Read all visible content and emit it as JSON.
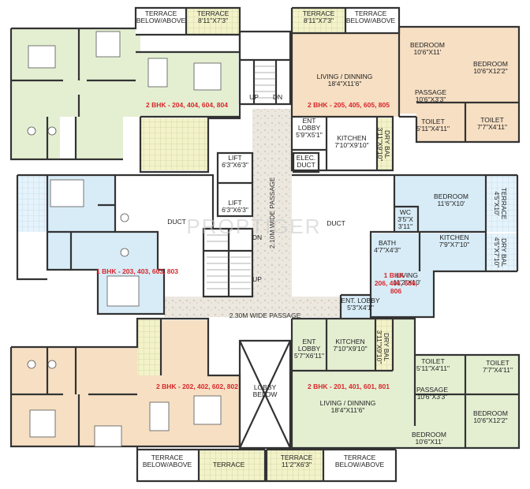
{
  "rooms": [
    {
      "id": "terrace-tl",
      "lines": [
        "TERRACE",
        "BELOW/ABOVE"
      ]
    },
    {
      "id": "terrace-tl2",
      "lines": [
        "TERRACE",
        "8'11\"X7'3\""
      ]
    },
    {
      "id": "terrace-tr2",
      "lines": [
        "TERRACE",
        "8'11\"X7'3\""
      ]
    },
    {
      "id": "terrace-tr",
      "lines": [
        "TERRACE",
        "BELOW/ABOVE"
      ]
    },
    {
      "id": "bed-tr1",
      "lines": [
        "BEDROOM",
        "10'6\"X11'"
      ]
    },
    {
      "id": "bed-tr2",
      "lines": [
        "BEDROOM",
        "10'6\"X12'2\""
      ]
    },
    {
      "id": "living-tr",
      "lines": [
        "LIVING / DINNING",
        "18'4\"X11'6\""
      ]
    },
    {
      "id": "passage-tr",
      "lines": [
        "PASSAGE",
        "10'6\"X3'3\""
      ]
    },
    {
      "id": "toilet-tr1",
      "lines": [
        "TOILET",
        "5'11\"X4'11\""
      ]
    },
    {
      "id": "toilet-tr2",
      "lines": [
        "TOILET",
        "7'7\"X4'11\""
      ]
    },
    {
      "id": "entlobby-tr",
      "lines": [
        "ENT",
        "LOBBY",
        "5'9\"X5'1\""
      ]
    },
    {
      "id": "kitchen-tr",
      "lines": [
        "KITCHEN",
        "7'10\"X9'10\""
      ]
    },
    {
      "id": "drybal-tr",
      "lines": [
        "DRY BAL",
        "3'11\"X9'10\""
      ]
    },
    {
      "id": "elec",
      "lines": [
        "ELEC.",
        "DUCT"
      ]
    },
    {
      "id": "lift1",
      "lines": [
        "LIFT",
        "6'3\"X6'3\""
      ]
    },
    {
      "id": "lift2",
      "lines": [
        "LIFT",
        "6'3\"X6'3\""
      ]
    },
    {
      "id": "duct-l",
      "lines": [
        "DUCT"
      ]
    },
    {
      "id": "duct-r",
      "lines": [
        "DUCT"
      ]
    },
    {
      "id": "bed-mr",
      "lines": [
        "BEDROOM",
        "11'6\"X10'"
      ]
    },
    {
      "id": "terrace-mr",
      "lines": [
        "TERRACE",
        "4'5\"X10'"
      ]
    },
    {
      "id": "wc-mr",
      "lines": [
        "WC",
        "3'5\"X",
        "3'11\""
      ]
    },
    {
      "id": "bath-mr",
      "lines": [
        "BATH",
        "4'7\"X4'3\""
      ]
    },
    {
      "id": "kitchen-mr",
      "lines": [
        "KITCHEN",
        "7'9\"X7'10\""
      ]
    },
    {
      "id": "drybal-mr",
      "lines": [
        "DRY BAL",
        "4'5\"X7'10\""
      ]
    },
    {
      "id": "living-mr",
      "lines": [
        "LIVING",
        "11'2\"X10'"
      ]
    },
    {
      "id": "entlobby-mr",
      "lines": [
        "ENT. LOBBY",
        "5'3\"X4'1\""
      ]
    },
    {
      "id": "dn",
      "lines": [
        "DN"
      ]
    },
    {
      "id": "up-mid",
      "lines": [
        "UP"
      ]
    },
    {
      "id": "up-top",
      "lines": [
        "UP"
      ]
    },
    {
      "id": "dn-top",
      "lines": [
        "DN"
      ]
    },
    {
      "id": "entlobby-br",
      "lines": [
        "ENT",
        "LOBBY",
        "5'7\"X6'11\""
      ]
    },
    {
      "id": "kitchen-br",
      "lines": [
        "KITCHEN",
        "7'10\"X9'10\""
      ]
    },
    {
      "id": "drybal-br",
      "lines": [
        "DRY BAL",
        "3'11\"X9'10\""
      ]
    },
    {
      "id": "toilet-br1",
      "lines": [
        "TOILET",
        "5'11\"X4'11\""
      ]
    },
    {
      "id": "toilet-br2",
      "lines": [
        "TOILET",
        "7'7\"X4'11\""
      ]
    },
    {
      "id": "passage-br",
      "lines": [
        "PASSAGE",
        "10'6\"X3'3\""
      ]
    },
    {
      "id": "living-br",
      "lines": [
        "LIVING / DINNING",
        "18'4\"X11'6\""
      ]
    },
    {
      "id": "bed-br2",
      "lines": [
        "BEDROOM",
        "10'6\"X12'2\""
      ]
    },
    {
      "id": "bed-br1",
      "lines": [
        "BEDROOM",
        "10'6\"X11'"
      ]
    },
    {
      "id": "lobby-below",
      "lines": [
        "LOBBY",
        "BELOW"
      ]
    },
    {
      "id": "terrace-bl",
      "lines": [
        "TERRACE",
        "BELOW/ABOVE"
      ]
    },
    {
      "id": "terrace-bl2",
      "lines": [
        "TERRACE"
      ]
    },
    {
      "id": "terrace-br2",
      "lines": [
        "TERRACE",
        "11'2\"X6'3\""
      ]
    },
    {
      "id": "terrace-br",
      "lines": [
        "TERRACE",
        "BELOW/ABOVE"
      ]
    }
  ],
  "units": [
    {
      "id": "unit-tl",
      "label": "2 BHK - 204, 404, 604, 804"
    },
    {
      "id": "unit-tr",
      "label": "2 BHK - 205, 405, 605, 805"
    },
    {
      "id": "unit-ml",
      "label": "1 BHK - 203, 403, 603, 803"
    },
    {
      "id": "unit-mr",
      "lines": [
        "1 BHK -",
        "206, 406, 606,",
        "806"
      ]
    },
    {
      "id": "unit-bl",
      "label": "2 BHK - 202, 402, 602, 802"
    },
    {
      "id": "unit-br",
      "label": "2 BHK - 201, 401, 601, 801"
    }
  ],
  "passages": {
    "vertical": "2.10M WIDE PASSAGE",
    "horizontal": "2.30M WIDE PASSAGE"
  },
  "watermark": "PROPTIGER",
  "colors": {
    "unit_tl": "#e4efd2",
    "unit_tr": "#f6dfc3",
    "unit_ml": "#d8ecf7",
    "unit_mr": "#d8ecf7",
    "unit_bl": "#f6dfc3",
    "unit_br": "#e4efd2",
    "terrace": "#f3f2c9",
    "wall": "#333333",
    "unit_label": "#d8262a"
  }
}
